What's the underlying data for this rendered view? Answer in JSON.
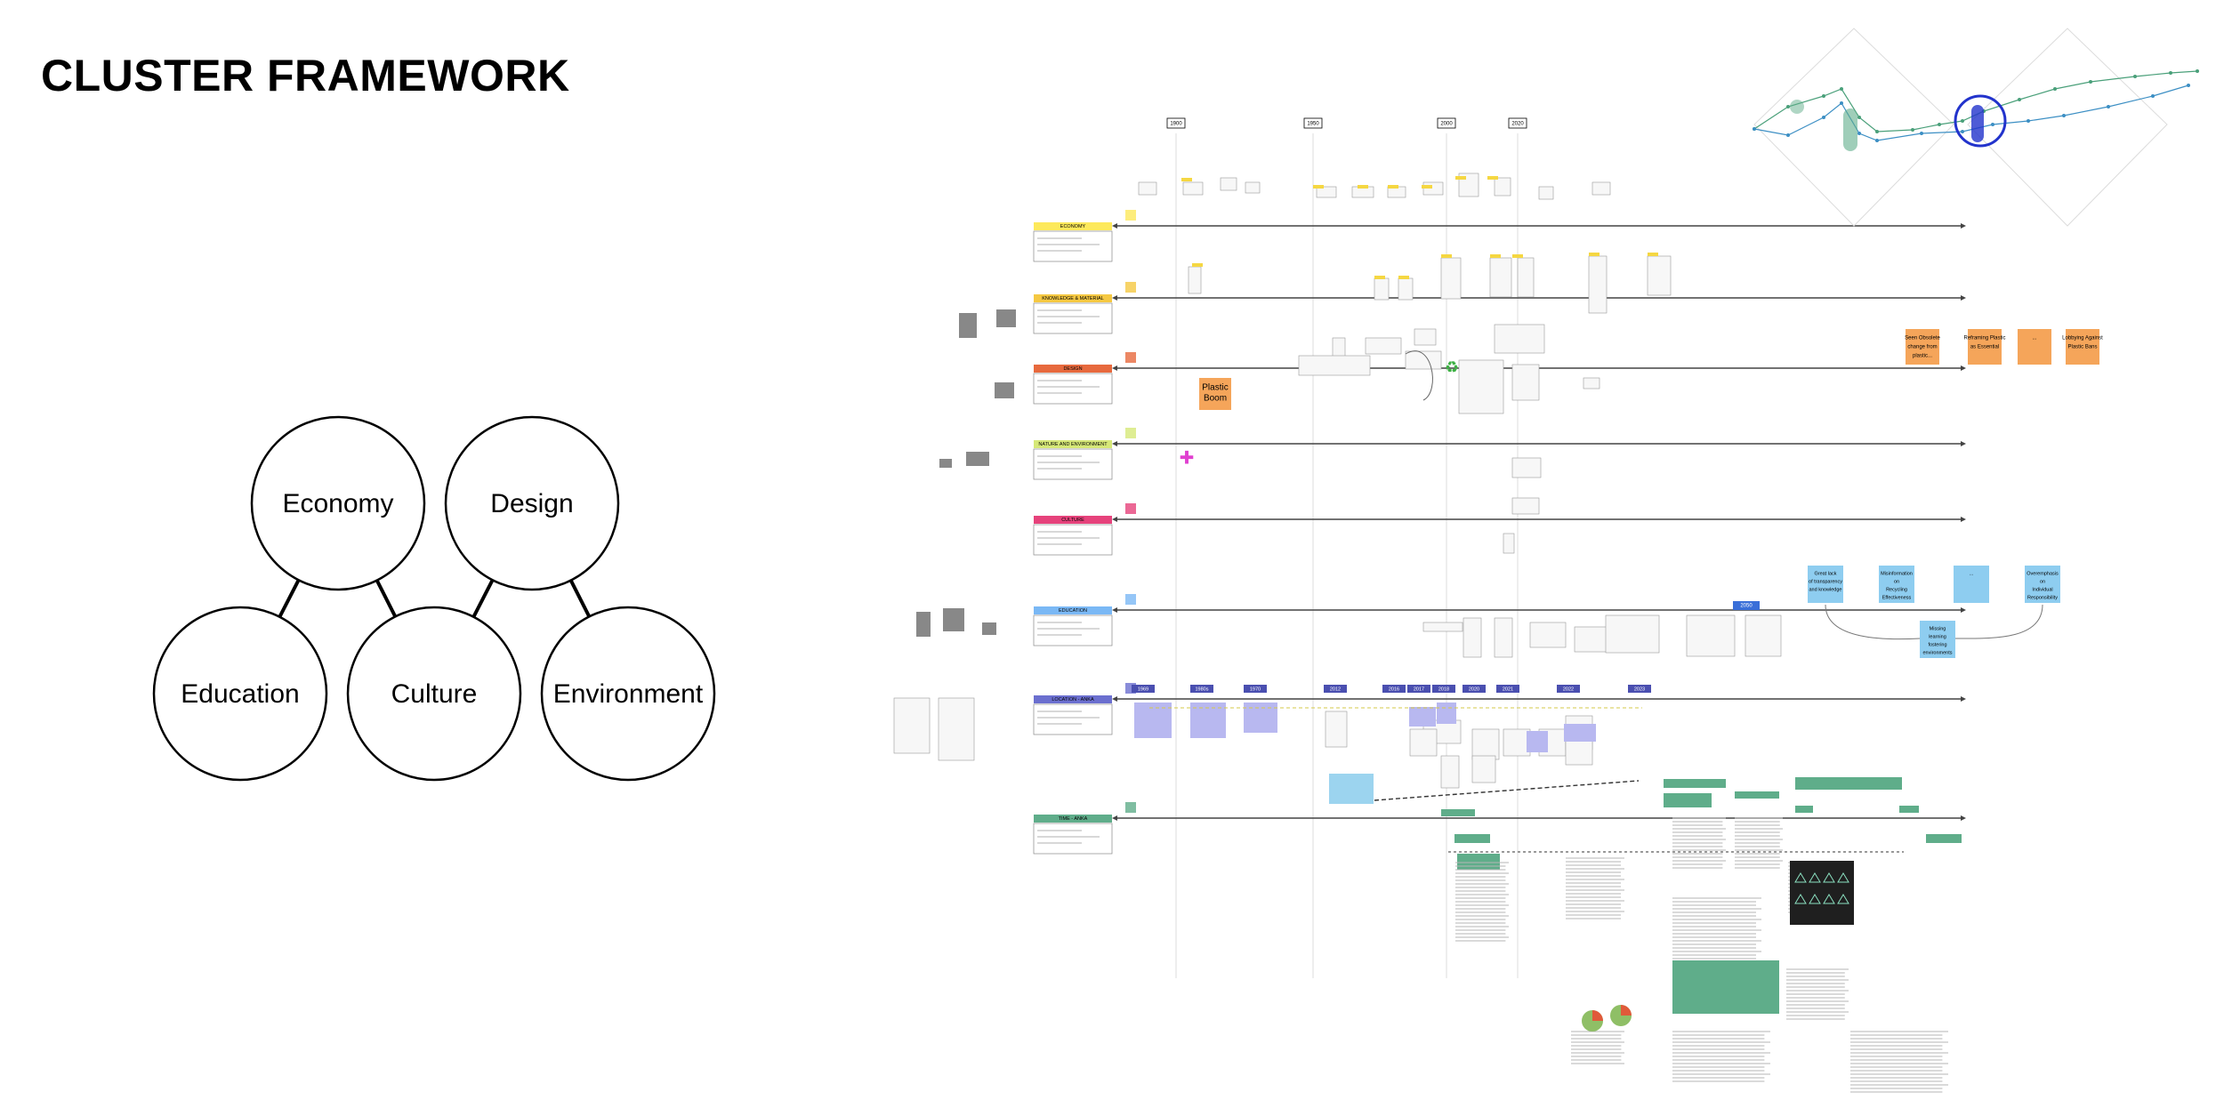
{
  "page": {
    "title": "CLUSTER FRAMEWORK"
  },
  "clusters": [
    {
      "id": "economy",
      "label": "Economy"
    },
    {
      "id": "design",
      "label": "Design"
    },
    {
      "id": "education",
      "label": "Education"
    },
    {
      "id": "culture",
      "label": "Culture"
    },
    {
      "id": "environment",
      "label": "Environment"
    }
  ],
  "links": [
    [
      "economy",
      "education"
    ],
    [
      "economy",
      "culture"
    ],
    [
      "design",
      "culture"
    ],
    [
      "design",
      "environment"
    ]
  ],
  "timeline": {
    "year_markers": [
      "1900",
      "1950",
      "2000",
      "2020"
    ],
    "rows": [
      {
        "label": "ECONOMY",
        "color": "#fde95b"
      },
      {
        "label": "KNOWLEDGE & MATERIAL",
        "color": "#f5c842"
      },
      {
        "label": "DESIGN",
        "color": "#e7693d"
      },
      {
        "label": "NATURE AND ENVIRONMENT",
        "color": "#d6e878"
      },
      {
        "label": "CULTURE",
        "color": "#e6427b"
      },
      {
        "label": "EDUCATION",
        "color": "#7ab8f5"
      },
      {
        "label": "LOCATION - ANKA",
        "color": "#6b6fcf"
      },
      {
        "label": "TIME - ANKA",
        "color": "#5fad8a"
      }
    ],
    "design_notes": [
      "Plastic Boom"
    ],
    "orange_notes": [
      "Seen Obsolete change from plastic...",
      "Reframing Plastic as Essential",
      "...",
      "Lobbying Against Plastic Bans"
    ],
    "blue_notes": [
      "Great lack of transparency and knowledge",
      "Misinformation on Recycling Effectiveness",
      "...",
      "Overemphasis on Individual Responsibility",
      "Missing learning fostering environments"
    ],
    "location_years": [
      "1969",
      "1980s",
      "1970",
      "2012",
      "2016",
      "2017",
      "2018",
      "2020",
      "2021",
      "2022",
      "2023"
    ],
    "education_badge": "2050"
  },
  "colors": {
    "sticky_orange": "#f5a55a",
    "sticky_blue": "#8ecdf0",
    "sticky_lavender": "#b8b8f0",
    "graph_green": "#5fad8a",
    "graph_blue": "#2233cc"
  }
}
